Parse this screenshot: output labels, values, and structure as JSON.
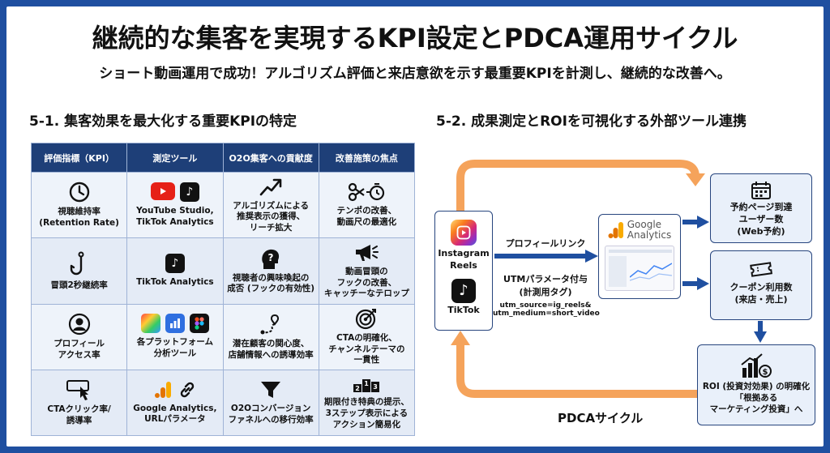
{
  "title": "継続的な集客を実現するKPI設定とPDCA運用サイクル",
  "subtitle": "ショート動画運用で成功！アルゴリズム評価と来店意欲を示す最重要KPIを計測し、継続的な改善へ。",
  "left": {
    "heading": "5-1. 集客効果を最大化する重要KPIの特定",
    "columns": [
      "評価指標（KPI）",
      "測定ツール",
      "O2O集客への貢献度",
      "改善施策の焦点"
    ],
    "rows": [
      {
        "kpi": "視聴維持率\n(Retention Rate)",
        "kpi_icon": "clock-icon",
        "tool": "YouTube Studio,\nTikTok Analytics",
        "tool_icons": [
          "youtube-icon",
          "tiktok-icon"
        ],
        "contribution": "アルゴリズムによる\n推奨表示の獲得、\nリーチ拡大",
        "contribution_icon": "trend-up-icon",
        "focus": "テンポの改善、\n動画尺の最適化",
        "focus_icon": "scissors-timer-icon"
      },
      {
        "kpi": "冒頭2秒継続率",
        "kpi_icon": "hook-icon",
        "tool": "TikTok Analytics",
        "tool_icons": [
          "tiktok-icon"
        ],
        "contribution": "視聴者の興味喚起の\n成否 (フックの有効性)",
        "contribution_icon": "question-head-icon",
        "focus": "動画冒頭の\nフックの改善、\nキャッチーなテロップ",
        "focus_icon": "megaphone-icon"
      },
      {
        "kpi": "プロフィール\nアクセス率",
        "kpi_icon": "profile-icon",
        "tool": "各プラットフォーム\n分析ツール",
        "tool_icons": [
          "colorful-app-icon",
          "bar-chart-app-icon",
          "figma-app-icon"
        ],
        "contribution": "潜在顧客の関心度、\n店舗情報への誘導効率",
        "contribution_icon": "route-pin-icon",
        "focus": "CTAの明確化、\nチャンネルテーマの\n一貫性",
        "focus_icon": "target-icon"
      },
      {
        "kpi": "CTAクリック率/\n誘導率",
        "kpi_icon": "click-icon",
        "tool": "Google Analytics,\nURLパラメータ",
        "tool_icons": [
          "analytics-icon",
          "link-icon"
        ],
        "contribution": "O2Oコンバージョン\nファネルへの移行効率",
        "contribution_icon": "funnel-icon",
        "focus": "期限付き特典の提示、\n3ステップ表示による\nアクション簡易化",
        "focus_icon": "steps-icon"
      }
    ]
  },
  "right": {
    "heading": "5-2. 成果測定とROIを可視化する外部ツール連携",
    "source": [
      "Instagram\nReels",
      "TikTok"
    ],
    "profile_link": "プロフィールリンク",
    "utm_label": "UTMパラメータ付与\n(計測用タグ)",
    "utm_code": "utm_source=ig_reels&\nutm_medium=short_video",
    "ga_name": "Google\nAnalytics",
    "result1": "予約ページ到達\nユーザー数\n(Web予約)",
    "result2": "クーポン利用数\n(来店・売上)",
    "result3": "ROI (投資対効果) の明確化\n「根拠ある\nマーケティング投資」へ",
    "cycle": "PDCAサイクル"
  },
  "colors": {
    "navy": "#1e3f78",
    "orange": "#f5a35b",
    "arrow_blue": "#1f4fa0"
  }
}
